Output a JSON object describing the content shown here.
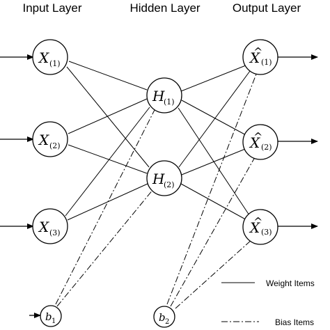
{
  "layers": {
    "input": "Input Layer",
    "hidden": "Hidden Layer",
    "output": "Output Layer"
  },
  "nodes": {
    "x1": {
      "var": "X",
      "sub": "(1)"
    },
    "x2": {
      "var": "X",
      "sub": "(2)"
    },
    "x3": {
      "var": "X",
      "sub": "(3)"
    },
    "h1": {
      "var": "H",
      "sub": "(1)"
    },
    "h2": {
      "var": "H",
      "sub": "(2)"
    },
    "o1": {
      "var": "X",
      "hat": "^",
      "sub": "(1)"
    },
    "o2": {
      "var": "X",
      "hat": "^",
      "sub": "(2)"
    },
    "o3": {
      "var": "X",
      "hat": "^",
      "sub": "(3)"
    },
    "b1": {
      "var": "b",
      "sub": "1"
    },
    "b2": {
      "var": "b",
      "sub": "2"
    }
  },
  "legend": {
    "weight": "Weight Items",
    "bias": "Bias Items"
  }
}
